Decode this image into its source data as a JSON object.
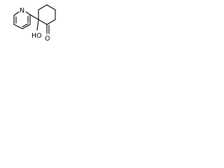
{
  "molecule": {
    "atoms": {
      "ring_nitrogen": "N",
      "hydroxyl": "HO",
      "carbonyl_oxygen": "O"
    },
    "colors": {
      "background": "#ffffff",
      "bonds": "#000000",
      "labels": "#000000"
    }
  }
}
